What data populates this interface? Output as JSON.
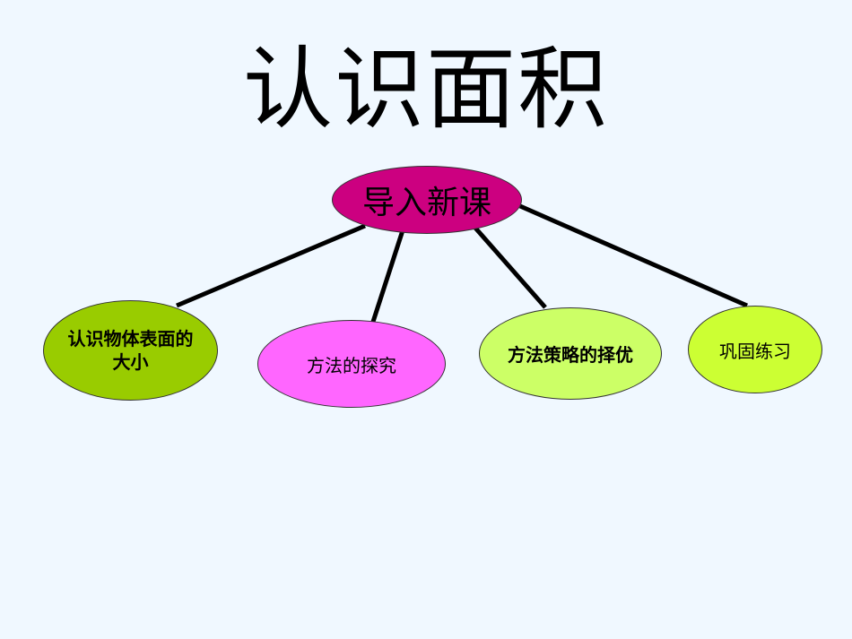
{
  "title": "认识面积",
  "root": {
    "label": "导入新课",
    "color": "#cc0080"
  },
  "children": [
    {
      "label": "认识物体表面的大小",
      "color": "#99cc00"
    },
    {
      "label": "方法的探究",
      "color": "#ff66ff"
    },
    {
      "label": "方法策略的择优",
      "color": "#ccff66"
    },
    {
      "label": "巩固练习",
      "color": "#ccff33"
    }
  ],
  "background": "#f0f8ff"
}
